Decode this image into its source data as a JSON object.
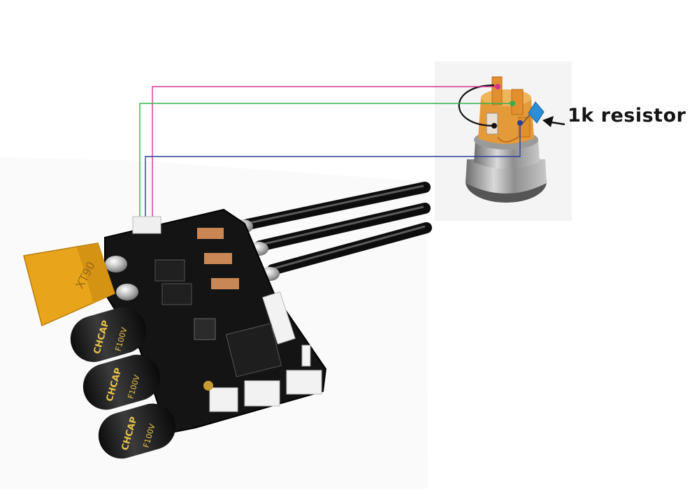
{
  "annotation": {
    "resistor_label": "1k resistor"
  },
  "board": {
    "capacitor_text": "CHCAP",
    "capacitor_rating": "F100V",
    "connector_text": "XT90"
  },
  "colors": {
    "wire_pink": "#d6338f",
    "wire_green": "#35b04a",
    "wire_blue": "#2c3f96",
    "wire_black": "#111111",
    "resistor_blue": "#2b8fd8",
    "switch_orange": "#e59a3a",
    "connector_yellow": "#e8a51c"
  }
}
